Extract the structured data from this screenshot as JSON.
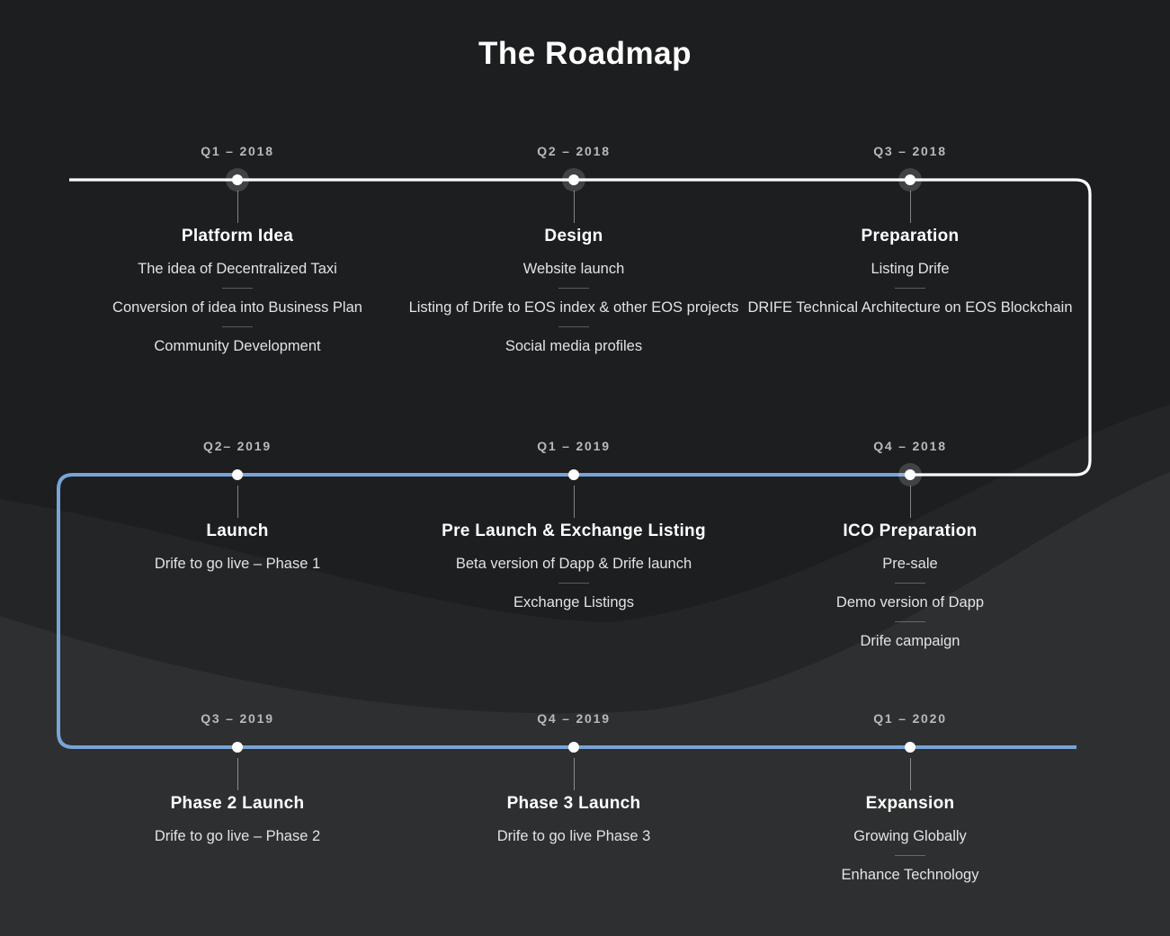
{
  "title": "The Roadmap",
  "colors": {
    "background_base": "#1d1e1f",
    "wave_mid": "#242526",
    "wave_light": "#2e2f30",
    "line_white": "#ffffff",
    "line_blue": "#78a4d8"
  },
  "milestones": [
    {
      "quarter": "Q1 – 2018",
      "heading": "Platform Idea",
      "items": [
        "The idea of Decentralized Taxi",
        "Conversion of idea into Business Plan",
        "Community Development"
      ],
      "node": "highlighted"
    },
    {
      "quarter": "Q2 – 2018",
      "heading": "Design",
      "items": [
        "Website launch",
        "Listing of Drife to EOS index & other EOS projects",
        "Social media profiles"
      ],
      "node": "highlighted"
    },
    {
      "quarter": "Q3 – 2018",
      "heading": "Preparation",
      "items": [
        "Listing Drife",
        "DRIFE Technical Architecture on EOS Blockchain"
      ],
      "node": "highlighted"
    },
    {
      "quarter": "Q2– 2019",
      "heading": "Launch",
      "items": [
        "Drife to go live – Phase 1"
      ],
      "node": "plain"
    },
    {
      "quarter": "Q1 – 2019",
      "heading": "Pre Launch & Exchange Listing",
      "items": [
        "Beta version of Dapp & Drife launch",
        "Exchange Listings"
      ],
      "node": "plain"
    },
    {
      "quarter": "Q4 – 2018",
      "heading": "ICO Preparation",
      "items": [
        "Pre-sale",
        "Demo version of Dapp",
        "Drife campaign"
      ],
      "node": "highlighted"
    },
    {
      "quarter": "Q3 – 2019",
      "heading": "Phase 2 Launch",
      "items": [
        "Drife to go live – Phase 2"
      ],
      "node": "plain"
    },
    {
      "quarter": "Q4 – 2019",
      "heading": "Phase 3 Launch",
      "items": [
        "Drife to go live Phase 3"
      ],
      "node": "plain"
    },
    {
      "quarter": "Q1 – 2020",
      "heading": "Expansion",
      "items": [
        "Growing Globally",
        "Enhance Technology"
      ],
      "node": "plain"
    }
  ]
}
